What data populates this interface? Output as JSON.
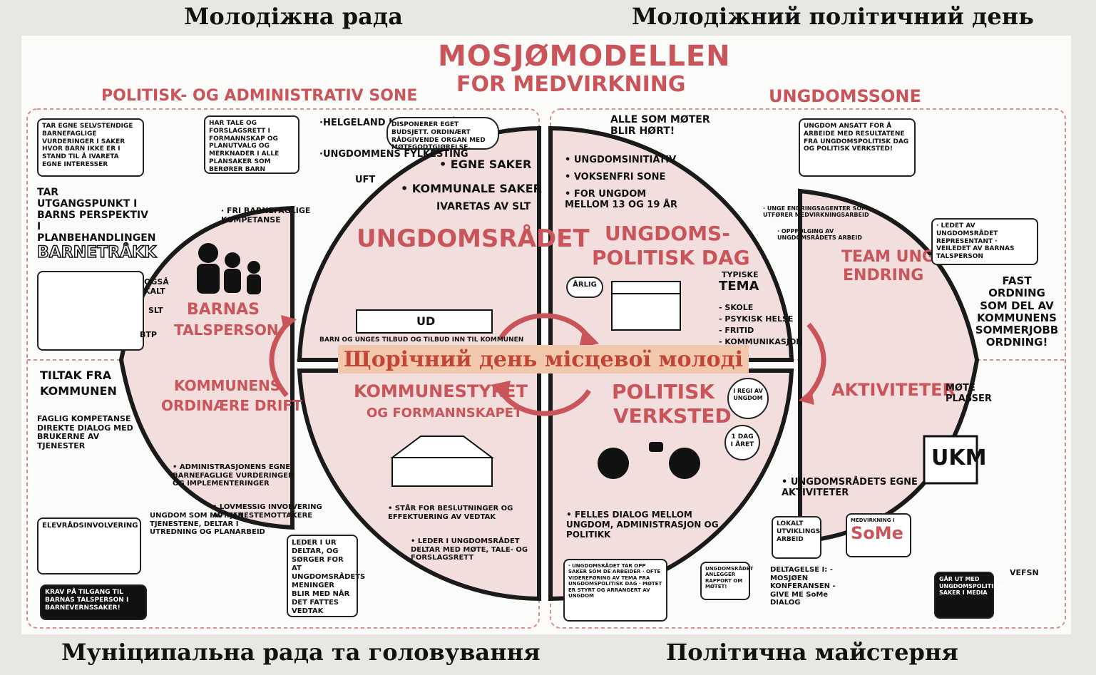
{
  "captions": {
    "top_left": "Молодіжна рада",
    "top_right": "Молодіжний політичний день",
    "bottom_left": "Муніципальна рада та головування",
    "bottom_right": "Політична майстерня"
  },
  "banner": "Щорічний день місцевої молоді",
  "colors": {
    "panel_pink": "#f3dede",
    "accent_red": "#c9545a",
    "banner_bg": "#f1c8ab",
    "banner_text": "#c24435"
  },
  "poster": {
    "title_line1": "MOSJØMODELLEN",
    "title_line2": "FOR MEDVIRKNING",
    "zone_left": "POLITISK- OG ADMINISTRATIV SONE",
    "zone_right": "UNGDOMSSONE",
    "top_left_area": {
      "box1": "TAR EGNE SELVSTENDIGE BARNEFAGLIGE VURDERINGER I SAKER HVOR BARN IKKE ER I STAND TIL Å IVARETA EGNE INTERESSER",
      "box2": "HAR TALE OG FORSLAGSRETT I FORMANNSKAP OG PLANUTVALG OG MERKNADER I ALLE PLANSAKER SOM BERØRER BARN",
      "helgeland_1": "·HELGELAND UNGDOMSRÅD",
      "helgeland_2": "·UNGDOMMENS FYLKESTING",
      "helgeland_3": "UFT",
      "perspective": "TAR UTGANGSPUNKT I BARNS PERSPEKTIV I PLANBEHANDLINGEN",
      "barnetrakk": "BARNETRÅKK",
      "fri": "· FRI BARNEFAGLIGE KOMPETANSE",
      "ogsa": "OGSÅ KALT",
      "slt": "SLT",
      "btp": "BTP",
      "barnas_1": "BARNAS",
      "barnas_2": "TALSPERSON"
    },
    "ungdomsradet": {
      "bubble": "DISPONERER EGET BUDSJETT. ORDINÆRT RÅDGIVENDE ORGAN MED MØTEGODTGJØRELSE.",
      "item1": "• EGNE SAKER",
      "item2": "• KOMMUNALE SAKER",
      "item3": "IVARETAS AV SLT",
      "title": "UNGDOMSRÅDET",
      "ud": "UD",
      "bottom": "BARN OG UNGES TILBUD OG TILBUD INN TIL KOMMUNEN"
    },
    "ungdomspolitisk": {
      "alle": "ALLE SOM MØTER BLIR HØRT!",
      "b1": "• UNGDOMSINITIATIV",
      "b2": "• VOKSENFRI SONE",
      "b3": "• FOR UNGDOM MELLOM 13 OG 19 ÅR",
      "title_1": "UNGDOMS-",
      "title_2": "POLITISK DAG",
      "typiske": "TYPISKE",
      "tema": "TEMA",
      "t1": "- SKOLE",
      "t2": "- PSYKISK HELSE",
      "t3": "- FRITID",
      "t4": "- KOMMUNIKASJON",
      "arug": "ÅRLIG"
    },
    "top_right_area": {
      "box": "UNGDOM ANSATT FOR Å ARBEIDE MED RESULTATENE FRA UNGDOMSPOLITISK DAG OG POLITISK VERKSTED!",
      "unge": "· UNGE ENDRINGSAGENTER SOM UTFØRER MEDVIRKNINGSARBEID",
      "oppfolging": "· OPPFØLGING AV UNGDOMSRÅDETS ARBEID",
      "team_1": "TEAM UNG",
      "team_2": "ENDRING",
      "ledet": "· LEDET AV UNGDOMSRÅDET REPRESENTANT · VEILEDET AV BARNAS TALSPERSON",
      "fast": "FAST ORDNING SOM DEL AV KOMMUNENS SOMMERJOBB ORDNING!"
    },
    "kommunens": {
      "tiltak_1": "TILTAK FRA",
      "tiltak_2": "KOMMUNEN",
      "faglig": "FAGLIG KOMPETANSE DIREKTE DIALOG MED BRUKERNE AV TJENESTER",
      "title_1": "KOMMUNENS",
      "title_2": "ORDINÆRE DRIFT",
      "adm": "• ADMINISTRASJONENS EGNE BARNEFAGLIGE VURDERINGER OG IMPLEMENTERINGER",
      "lov": "• LOVMESSIG INVOLVERING AV TJENESTEMOTTAKERE",
      "elevrad": "ELEVRÅDSINVOLVERING",
      "ungdom": "UNGDOM SOM MOTTAR TJENESTENE, DELTAR I UTREDNING OG PLANARBEID",
      "krav": "KRAV PÅ TILGANG TIL BARNAS TALSPERSON I BARNEVERNSSAKER!"
    },
    "kommunestyret": {
      "title_1": "KOMMUNESTYRET",
      "title_2": "OG FORMANNSKAPET",
      "star": "• STÅR FOR BESLUTNINGER OG EFFEKTUERING AV VEDTAK",
      "leder": "• LEDER I UNGDOMSRÅDET DELTAR MED MØTE, TALE- OG FORSLAGSRETT",
      "leder_box": "LEDER I UR DELTAR, OG SØRGER FOR AT UNGDOMSRÅDETS MENINGER BLIR MED NÅR DET FATTES VEDTAK"
    },
    "politisk_verksted": {
      "title_1": "POLITISK",
      "title_2": "VERKSTED",
      "i_regi": "I REGI AV UNGDOM",
      "dag": "1 DAG I ÅRET",
      "felles": "• FELLES DIALOG MELLOM UNGDOM, ADMINISTRASJON OG POLITIKK",
      "list": "· UNGDOMSRÅDET TAR OPP SAKER SOM DE ARBEIDER · OFTE VIDEREFØRING AV TEMA FRA UNGDOMSPOLITISK DAG · MØTET ER STYRT OG ARRANGERT AV UNGDOM",
      "anlegger": "UNGDOMSRÅDET ANLEGGER RAPPORT OM MØTET!"
    },
    "aktiviteter": {
      "title": "AKTIVITETER",
      "mote": "MØTE PLASSER",
      "ukm": "UKM",
      "egne": "• UNGDOMSRÅDETS EGNE AKTIVITETER",
      "lokalt": "LOKALT UTVIKLINGS ARBEID",
      "some_label": "MEDVIRKNING I",
      "some": "SoMe",
      "deltakelse": "DELTAGELSE I: - MOSJØEN KONFERANSEN - GIVE ME SoMe DIALOG",
      "gar": "GÅR UT MED UNGDOMSPOLITISKE SAKER I MEDIA",
      "vefsn": "VEFSN"
    }
  }
}
